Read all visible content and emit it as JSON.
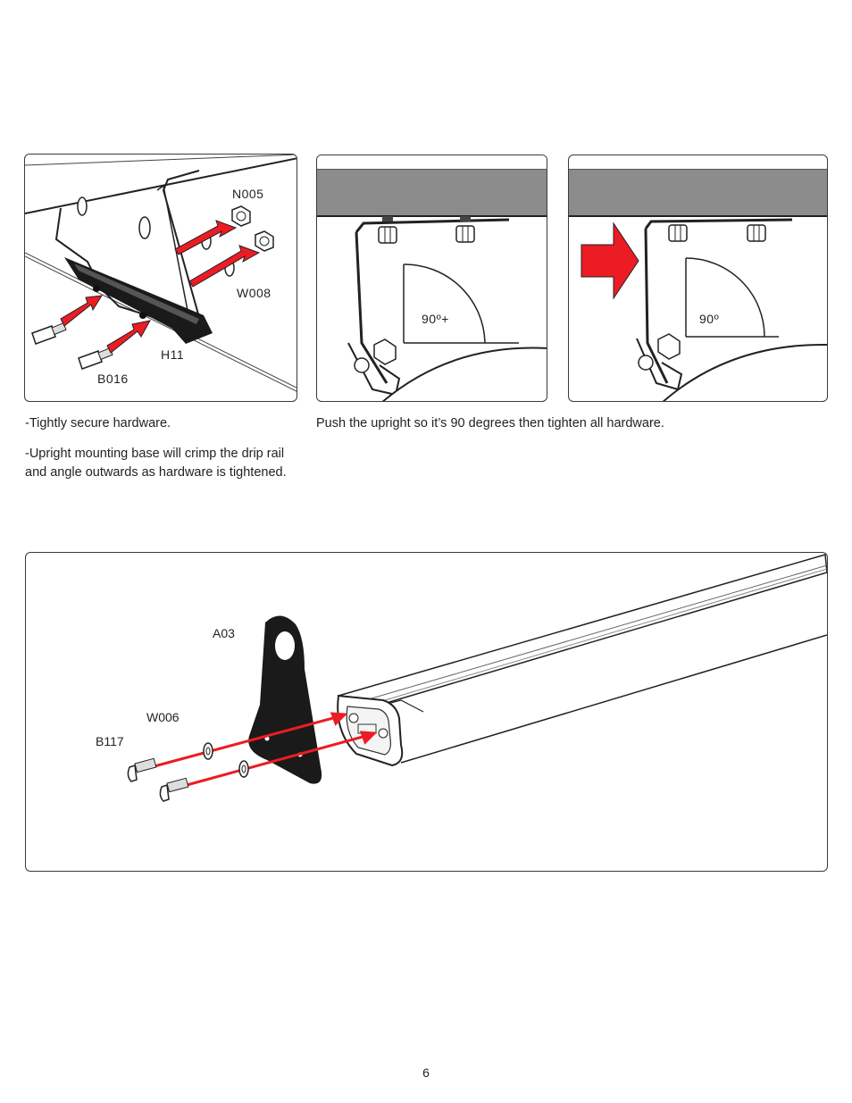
{
  "panels": {
    "step_a": {
      "labels": {
        "n005": "N005",
        "w008": "W008",
        "h11": "H11",
        "b016": "B016"
      }
    },
    "step_b": {
      "angle_label": "90º+"
    },
    "step_c": {
      "angle_label": "90º"
    },
    "step_d": {
      "labels": {
        "a03": "A03",
        "w006": "W006",
        "b117": "B117"
      }
    }
  },
  "captions": {
    "left": {
      "line1": "-Tightly secure hardware.",
      "line2a": "-Upright mounting base will crimp the drip rail",
      "line2b": "and angle outwards as hardware is tightened."
    },
    "right": "Push the upright so it’s 90 degrees then tighten all hardware."
  },
  "page_number": "6",
  "colors": {
    "arrow_red": "#ec1c24",
    "roof_gray": "#8c8c8c",
    "border": "#3a3a3a"
  }
}
